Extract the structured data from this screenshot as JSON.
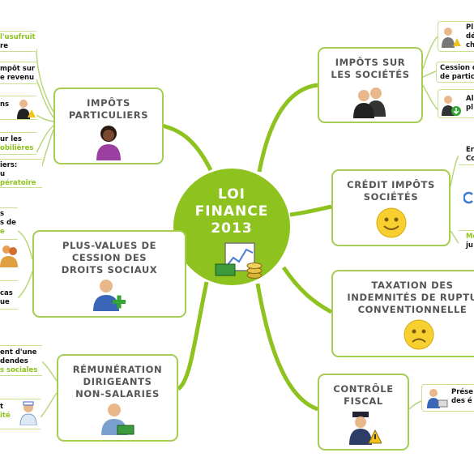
{
  "center": {
    "line1": "LOI",
    "line2": "FINANCE",
    "line3": "2013"
  },
  "nodes": {
    "impots_particuliers": {
      "line1": "IMPÔTS",
      "line2": "PARTICULIERS"
    },
    "plus_values": {
      "line1": "PLUS-VALUES DE",
      "line2": "CESSION DES",
      "line3": "DROITS SOCIAUX"
    },
    "remuneration": {
      "line1": "RÉMUNÉRATION",
      "line2": "DIRIGEANTS",
      "line3": "NON-SALARIES"
    },
    "impots_societes": {
      "line1": "IMPÔTS SUR",
      "line2": "LES SOCIÉTÉS"
    },
    "credit_impots": {
      "line1": "CRÉDIT IMPÔTS",
      "line2": "SOCIÉTÉS"
    },
    "taxation": {
      "line1": "TAXATION DES",
      "line2": "INDEMNITÉS DE RUPTU",
      "line3": "CONVENTIONNELLE"
    },
    "controle": {
      "line1": "CONTRÔLE",
      "line2": "FISCAL"
    }
  },
  "leaves": {
    "left": [
      {
        "a": "l'usufruit",
        "b": "re",
        "green": "a"
      },
      {
        "a": "mpôt sur",
        "b": "e revenu"
      },
      {
        "a": "ns",
        "b": ""
      },
      {
        "a": "ur les",
        "b": "obilières",
        "green": "b"
      },
      {
        "a": "iers:",
        "b": "u",
        "c": "pératoire",
        "green": "c"
      },
      {
        "a": "s",
        "b": "s de",
        "c": "e",
        "green": "c"
      },
      {
        "a": "cas",
        "b": "ue"
      },
      {
        "a": "ent d'une",
        "b": "dendes",
        "c": "s sociales",
        "green": "c"
      },
      {
        "a": "t",
        "b": "ité",
        "green": "b"
      }
    ],
    "right": [
      {
        "a": "Pl",
        "b": "dé",
        "c": "ch"
      },
      {
        "a": "Cession d",
        "b": "de partic"
      },
      {
        "a": "Al",
        "b": "pl"
      },
      {
        "a": "Er",
        "b": "Co"
      },
      {
        "a": "Mo",
        "b": "ju",
        "green": "a"
      },
      {
        "a": "Prése",
        "b": "des é"
      }
    ]
  },
  "colors": {
    "accent": "#8dc21f",
    "border": "#a6cc52",
    "text": "#555555"
  }
}
